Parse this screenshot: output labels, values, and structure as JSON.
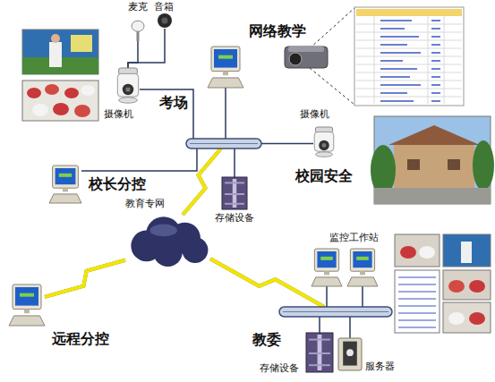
{
  "diagram": {
    "nodes": [
      {
        "text": [
          "麦克"
        ]
      },
      {
        "text": [
          "音箱"
        ]
      },
      {
        "text": [
          "摄像机",
          "考场"
        ]
      },
      {
        "text": [
          "网络教学"
        ]
      },
      {
        "text": []
      },
      {
        "text": [
          "校长分控"
        ]
      },
      {
        "text": [
          "存储设备"
        ]
      },
      {
        "text": [
          "摄像机",
          "校园安全"
        ]
      },
      {
        "text": [
          "教育专网"
        ]
      },
      {
        "text": [
          "远程分控"
        ]
      },
      {
        "text": [
          "监控工作站"
        ]
      },
      {
        "text": [
          "教委"
        ]
      },
      {
        "text": [
          "存储设备"
        ]
      },
      {
        "text": [
          "服务器"
        ]
      }
    ],
    "edges": [
      {
        "from": 0,
        "to": 2,
        "arrow": "none"
      },
      {
        "from": 1,
        "to": 2,
        "arrow": "none"
      },
      {
        "from": 2,
        "to": 4,
        "arrow": "none"
      },
      {
        "from": 3,
        "to": 4,
        "arrow": "none"
      },
      {
        "from": 5,
        "to": 4,
        "arrow": "none"
      },
      {
        "from": 6,
        "to": 4,
        "arrow": "none"
      },
      {
        "from": 7,
        "to": 4,
        "arrow": "none"
      },
      {
        "from": 4,
        "to": 8,
        "arrow": "none"
      },
      {
        "from": 8,
        "to": 9,
        "arrow": "none"
      },
      {
        "from": 8,
        "to": 11,
        "arrow": "none"
      },
      {
        "from": 10,
        "to": 11,
        "arrow": "none"
      },
      {
        "from": 12,
        "to": 11,
        "arrow": "none"
      },
      {
        "from": 13,
        "to": 11,
        "arrow": "none"
      }
    ]
  }
}
